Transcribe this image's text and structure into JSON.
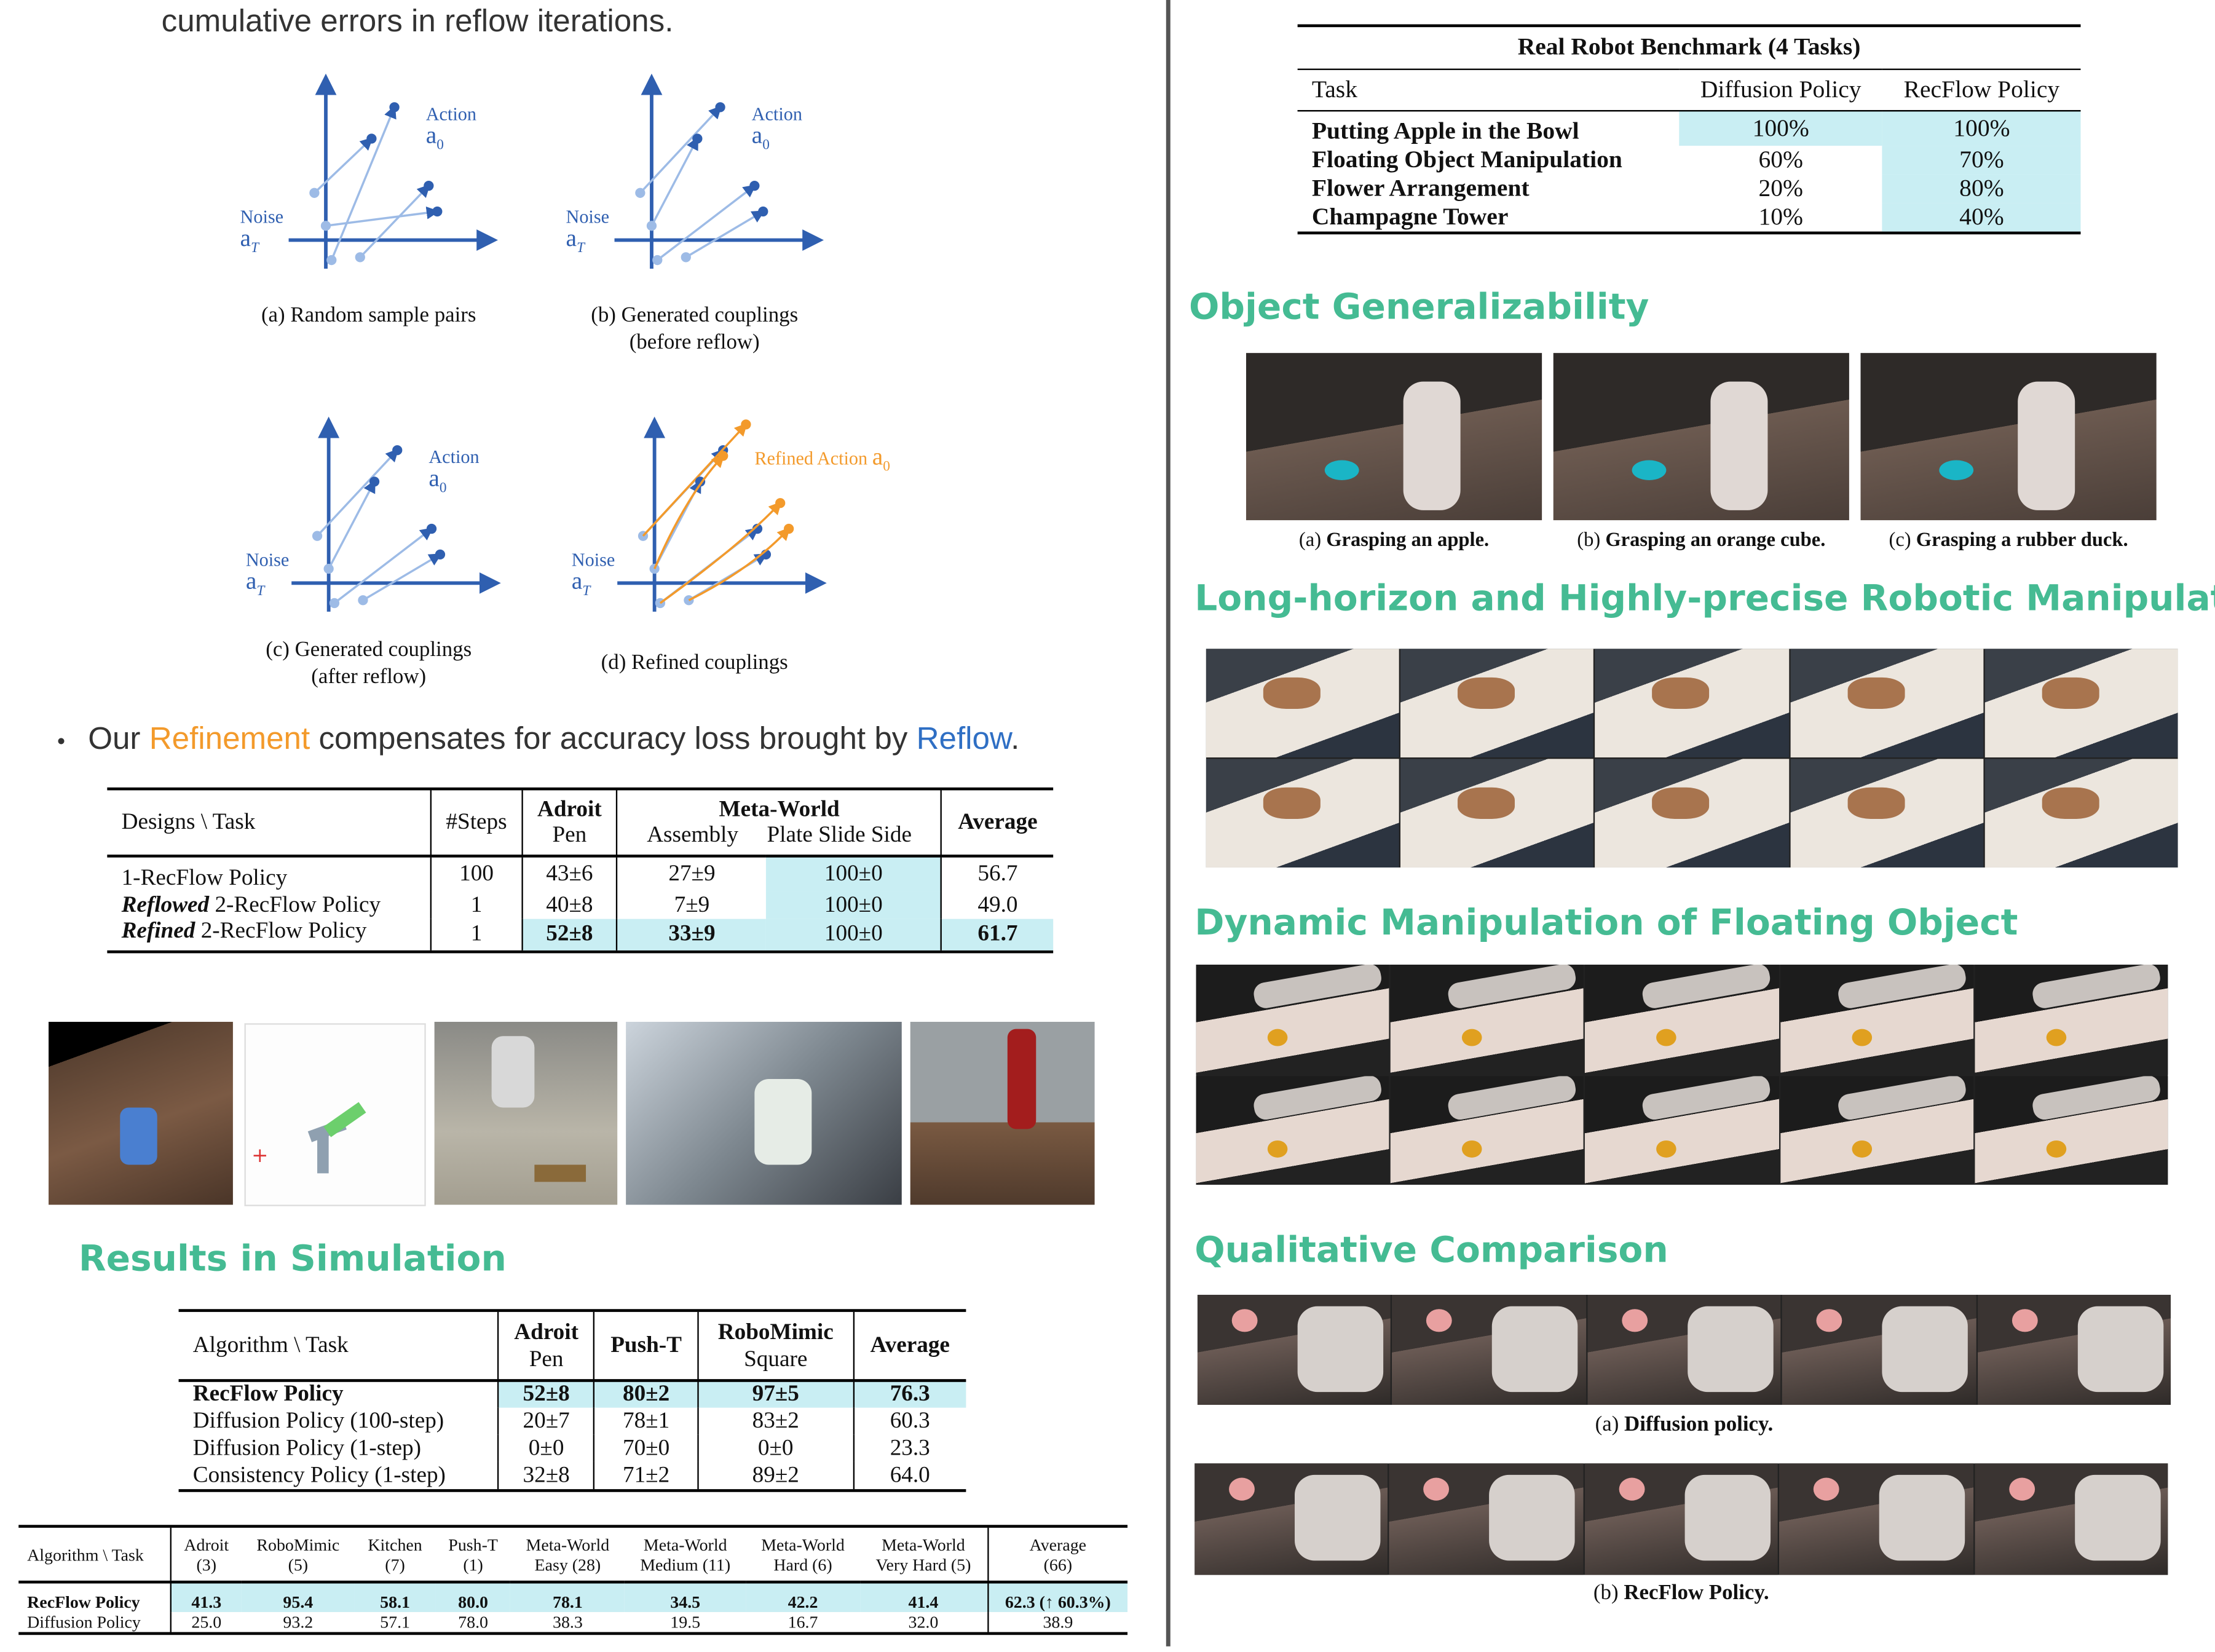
{
  "left": {
    "intro_text": "cumulative errors in reflow iterations.",
    "diagrams": [
      {
        "caption": "(a) Random sample pairs",
        "action_label": "Action",
        "action_symbol": "a0",
        "noise_label": "Noise",
        "noise_symbol": "aT"
      },
      {
        "caption": "(b) Generated couplings (before reflow)",
        "action_label": "Action",
        "action_symbol": "a0",
        "noise_label": "Noise",
        "noise_symbol": "aT"
      },
      {
        "caption": "(c) Generated couplings (after reflow)",
        "action_label": "Action",
        "action_symbol": "a0",
        "noise_label": "Noise",
        "noise_symbol": "aT"
      },
      {
        "caption": "(d) Refined couplings",
        "action_label": "Refined Action",
        "action_symbol": "a0",
        "noise_label": "Noise",
        "noise_symbol": "aT"
      }
    ],
    "bullet": {
      "pre": "Our ",
      "refinement": "Refinement",
      "mid": " compensates for accuracy loss brought by ",
      "reflow": "Reflow",
      "post": "."
    },
    "design_table": {
      "headers": {
        "designs_task": "Designs \\ Task",
        "steps": "#Steps",
        "adroit": "Adroit",
        "pen": "Pen",
        "metaworld": "Meta-World",
        "assembly": "Assembly",
        "plate": "Plate Slide Side",
        "average": "Average"
      },
      "rows": [
        {
          "name": "1-RecFlow Policy",
          "steps": "100",
          "pen": "43±6",
          "assembly": "27±9",
          "plate": "100±0",
          "avg": "56.7"
        },
        {
          "name_em": "Reflowed",
          "name": " 2-RecFlow Policy",
          "steps": "1",
          "pen": "40±8",
          "assembly": "7±9",
          "plate": "100±0",
          "avg": "49.0"
        },
        {
          "name_em": "Refined",
          "name": " 2-RecFlow Policy",
          "steps": "1",
          "pen": "52±8",
          "assembly": "33±9",
          "plate": "100±0",
          "avg": "61.7"
        }
      ]
    },
    "sim_heading": "Results in Simulation",
    "sim_table": {
      "headers": {
        "algo": "Algorithm \\ Task",
        "adroit": "Adroit",
        "pen": "Pen",
        "pusht": "Push-T",
        "robomimic": "RoboMimic",
        "square": "Square",
        "average": "Average"
      },
      "rows": [
        {
          "name": "RecFlow Policy",
          "pen": "52±8",
          "pusht": "80±2",
          "square": "97±5",
          "avg": "76.3"
        },
        {
          "name": "Diffusion Policy (100-step)",
          "pen": "20±7",
          "pusht": "78±1",
          "square": "83±2",
          "avg": "60.3"
        },
        {
          "name": "Diffusion Policy (1-step)",
          "pen": "0±0",
          "pusht": "70±0",
          "square": "0±0",
          "avg": "23.3"
        },
        {
          "name": "Consistency Policy (1-step)",
          "pen": "32±8",
          "pusht": "71±2",
          "square": "89±2",
          "avg": "64.0"
        }
      ]
    },
    "summary_table": {
      "headers": [
        [
          "Algorithm \\ Task",
          ""
        ],
        [
          "Adroit",
          "(3)"
        ],
        [
          "RoboMimic",
          "(5)"
        ],
        [
          "Kitchen",
          "(7)"
        ],
        [
          "Push-T",
          "(1)"
        ],
        [
          "Meta-World",
          "Easy (28)"
        ],
        [
          "Meta-World",
          "Medium (11)"
        ],
        [
          "Meta-World",
          "Hard (6)"
        ],
        [
          "Meta-World",
          "Very Hard (5)"
        ],
        [
          "Average",
          "(66)"
        ]
      ],
      "rows": [
        [
          "RecFlow Policy",
          "41.3",
          "95.4",
          "58.1",
          "80.0",
          "78.1",
          "34.5",
          "42.2",
          "41.4",
          "62.3 (↑ 60.3%)"
        ],
        [
          "Diffusion Policy",
          "25.0",
          "93.2",
          "57.1",
          "78.0",
          "38.3",
          "19.5",
          "16.7",
          "32.0",
          "38.9"
        ]
      ]
    }
  },
  "right": {
    "benchmark_table": {
      "title": "Real Robot Benchmark (4 Tasks)",
      "headers": [
        "Task",
        "Diffusion Policy",
        "RecFlow Policy"
      ],
      "rows": [
        [
          "Putting Apple in the Bowl",
          "100%",
          "100%"
        ],
        [
          "Floating Object Manipulation",
          "60%",
          "70%"
        ],
        [
          "Flower Arrangement",
          "20%",
          "80%"
        ],
        [
          "Champagne Tower",
          "10%",
          "40%"
        ]
      ]
    },
    "object_heading": "Object Generalizability",
    "object_captions": [
      {
        "prefix": "(a)",
        "text": "Grasping an apple."
      },
      {
        "prefix": "(b)",
        "text": "Grasping an orange cube."
      },
      {
        "prefix": "(c)",
        "text": "Grasping a rubber duck."
      }
    ],
    "longhorizon_heading": "Long-horizon and Highly-precise Robotic Manipulation",
    "dynamic_heading": "Dynamic Manipulation of Floating Object",
    "qualitative_heading": "Qualitative Comparison",
    "qualitative_captions": [
      {
        "prefix": "(a)",
        "text": "Diffusion policy."
      },
      {
        "prefix": "(b)",
        "text": "RecFlow Policy."
      }
    ]
  },
  "colors": {
    "heading": "#45bb93",
    "highlight": "#c9eef3",
    "refine": "#f39a2b",
    "reflow": "#2f6fc4",
    "diagram_blue": "#2f5fb0"
  }
}
